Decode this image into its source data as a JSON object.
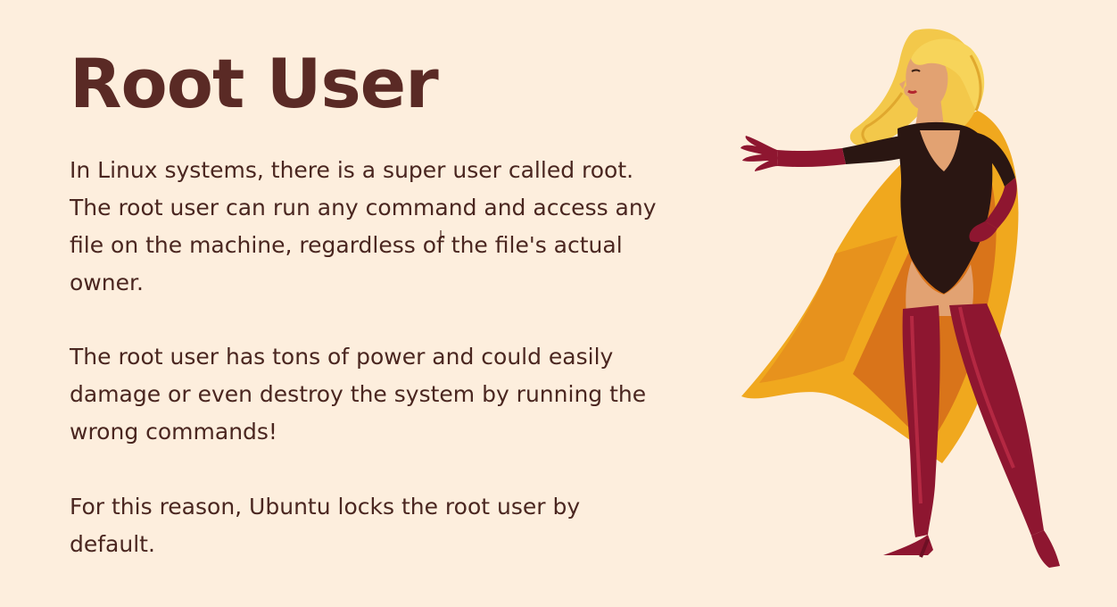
{
  "slide": {
    "title": "Root User",
    "paragraphs": [
      "In Linux systems, there is a super user called root.  The root user can run any command and access any file on the machine, regardless of the file's actual owner.",
      "The root user has tons of power and could easily damage or even destroy the system by running the wrong commands!",
      "For this reason, Ubuntu locks the root user by default."
    ]
  },
  "illustration": {
    "icon": "superhero-woman-illustration",
    "colors": {
      "suit": "#2a1612",
      "boots_gloves": "#8e1630",
      "cape_outer": "#f0a81e",
      "cape_inner": "#d9741a",
      "hair": "#f3c84a",
      "skin": "#e2a272"
    }
  },
  "theme": {
    "background": "#fdeedd",
    "title_color": "#5a2a25",
    "text_color": "#4a2620"
  }
}
